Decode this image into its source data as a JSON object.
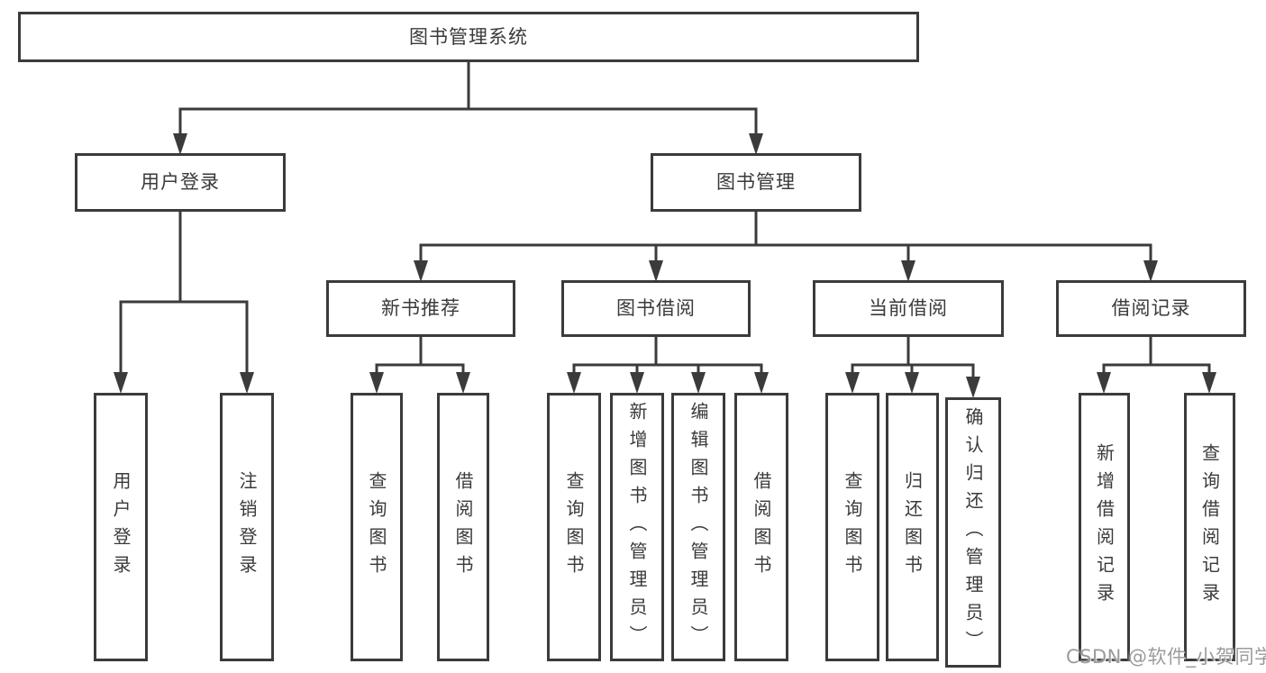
{
  "diagram": {
    "type": "hierarchy-tree",
    "colors": {
      "line": "#3b3b3b",
      "text": "#3a3a3a",
      "box_background": "#ffffff",
      "background": "#ffffff",
      "watermark": "#9b9b9b"
    },
    "watermark": "CSDN @软件_小贺同学"
  },
  "nodes": {
    "root": "图书管理系统",
    "user_login": "用户登录",
    "book_mgmt": "图书管理",
    "new_book_rec": "新书推荐",
    "book_borrow": "图书借阅",
    "current_borrow": "当前借阅",
    "borrow_records": "借阅记录",
    "ul_login": "用户登录",
    "ul_logout": "注销登录",
    "nbr_query": "查询图书",
    "nbr_borrow": "借阅图书",
    "bb_query": "查询图书",
    "bb_add": "新增图书（管理员）",
    "bb_edit": "编辑图书（管理员）",
    "bb_borrow": "借阅图书",
    "cb_query": "查询图书",
    "cb_return": "归还图书",
    "cb_confirm": "确认归还（管理员）",
    "br_add": "新增借阅记录",
    "br_query": "查询借阅记录"
  },
  "hierarchy": {
    "图书管理系统": {
      "用户登录": [
        "用户登录",
        "注销登录"
      ],
      "图书管理": {
        "新书推荐": [
          "查询图书",
          "借阅图书"
        ],
        "图书借阅": [
          "查询图书",
          "新增图书（管理员）",
          "编辑图书（管理员）",
          "借阅图书"
        ],
        "当前借阅": [
          "查询图书",
          "归还图书",
          "确认归还（管理员）"
        ],
        "借阅记录": [
          "新增借阅记录",
          "查询借阅记录"
        ]
      }
    }
  }
}
